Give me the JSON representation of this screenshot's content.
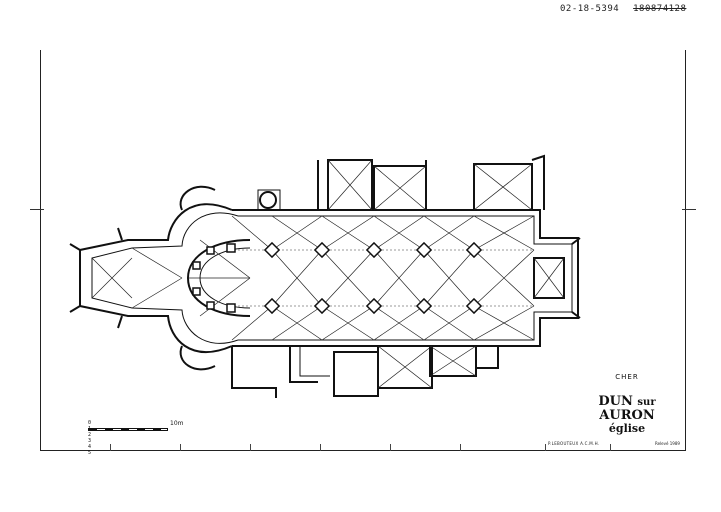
{
  "reference": {
    "code": "02-18-5394",
    "struck": "180874128"
  },
  "title_block": {
    "department": "CHER",
    "town_part1": "DUN",
    "town_part2": "sur",
    "town_part3": "AURON",
    "building": "église"
  },
  "scale": {
    "ticks": "0 1 2 3 4 5",
    "end_label": "10m"
  },
  "credits": {
    "author": "P.LEBOUTEUX A.C.M.H.",
    "date": "Relevé 1989"
  },
  "colors": {
    "ink": "#111111",
    "paper": "#ffffff"
  }
}
